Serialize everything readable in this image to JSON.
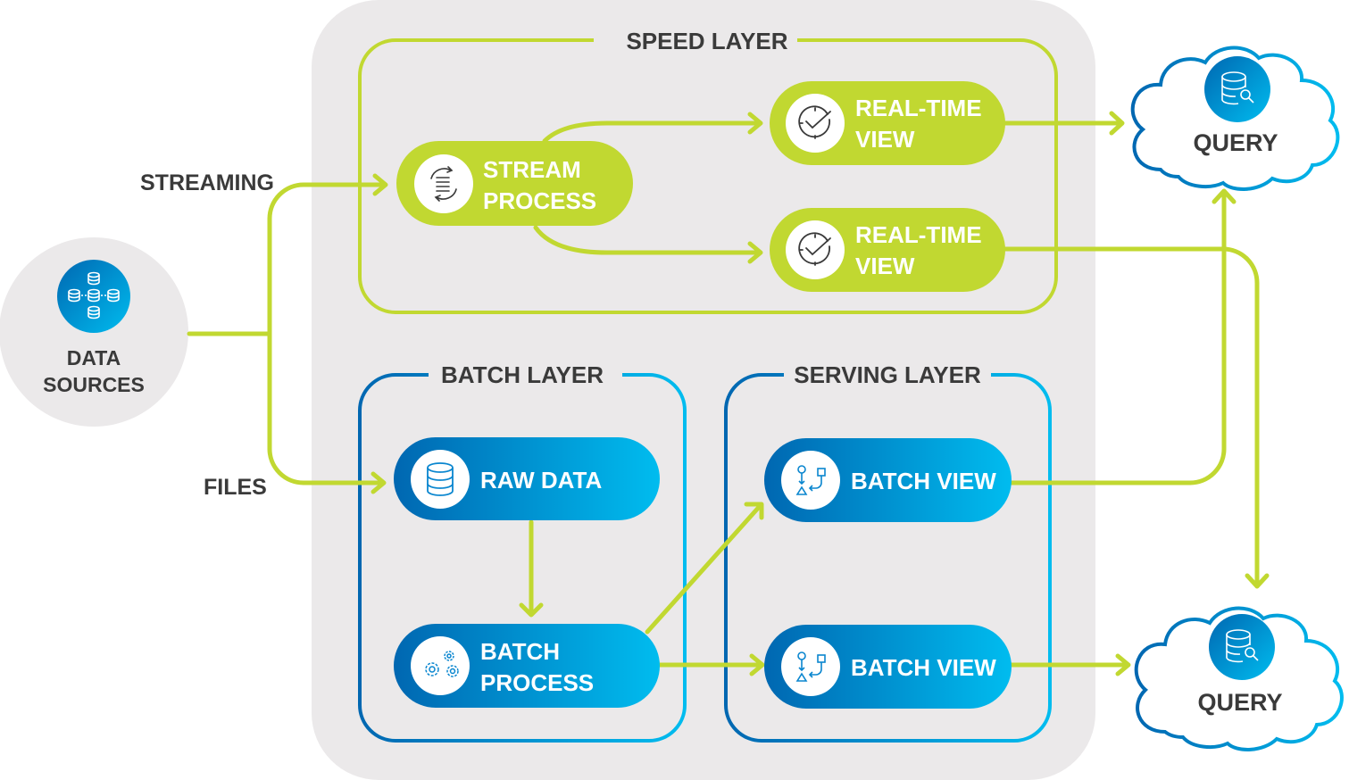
{
  "title": "Lambda Architecture",
  "colors": {
    "green": "#c1d831",
    "blue_dark": "#0067b1",
    "blue_light": "#00bcef",
    "panel_gray": "#ebe9ea",
    "text_dark": "#3a3a3a"
  },
  "sources": {
    "label_line1": "DATA",
    "label_line2": "SOURCES",
    "icon": "database-network-icon"
  },
  "flows": {
    "streaming": "STREAMING",
    "files": "FILES"
  },
  "layers": {
    "speed": "SPEED LAYER",
    "batch": "BATCH LAYER",
    "serving": "SERVING LAYER"
  },
  "nodes": {
    "stream_process": {
      "line1": "STREAM",
      "line2": "PROCESS",
      "icon": "stream-cycle-icon"
    },
    "realtime_view_1": {
      "line1": "REAL-TIME",
      "line2": "VIEW",
      "icon": "clock-check-icon"
    },
    "realtime_view_2": {
      "line1": "REAL-TIME",
      "line2": "VIEW",
      "icon": "clock-check-icon"
    },
    "raw_data": {
      "label": "RAW DATA",
      "icon": "database-icon"
    },
    "batch_process": {
      "line1": "BATCH",
      "line2": "PROCESS",
      "icon": "gears-icon"
    },
    "batch_view_1": {
      "label": "BATCH VIEW",
      "icon": "flow-shapes-icon"
    },
    "batch_view_2": {
      "label": "BATCH VIEW",
      "icon": "flow-shapes-icon"
    }
  },
  "queries": [
    {
      "label": "QUERY",
      "icon": "database-search-icon"
    },
    {
      "label": "QUERY",
      "icon": "database-search-icon"
    }
  ]
}
